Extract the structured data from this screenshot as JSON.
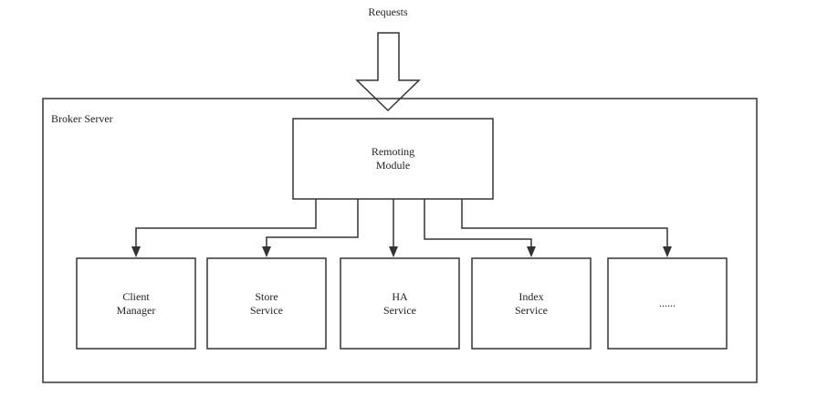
{
  "diagram": {
    "requests_label": "Requests",
    "broker_label": "Broker Server",
    "remoting": {
      "line1": "Remoting",
      "line2": "Module"
    },
    "modules": [
      {
        "id": "client-manager",
        "line1": "Client",
        "line2": "Manager"
      },
      {
        "id": "store-service",
        "line1": "Store",
        "line2": "Service"
      },
      {
        "id": "ha-service",
        "line1": "HA",
        "line2": "Service"
      },
      {
        "id": "index-service",
        "line1": "Index",
        "line2": "Service"
      },
      {
        "id": "more",
        "line1": "......",
        "line2": ""
      }
    ]
  }
}
